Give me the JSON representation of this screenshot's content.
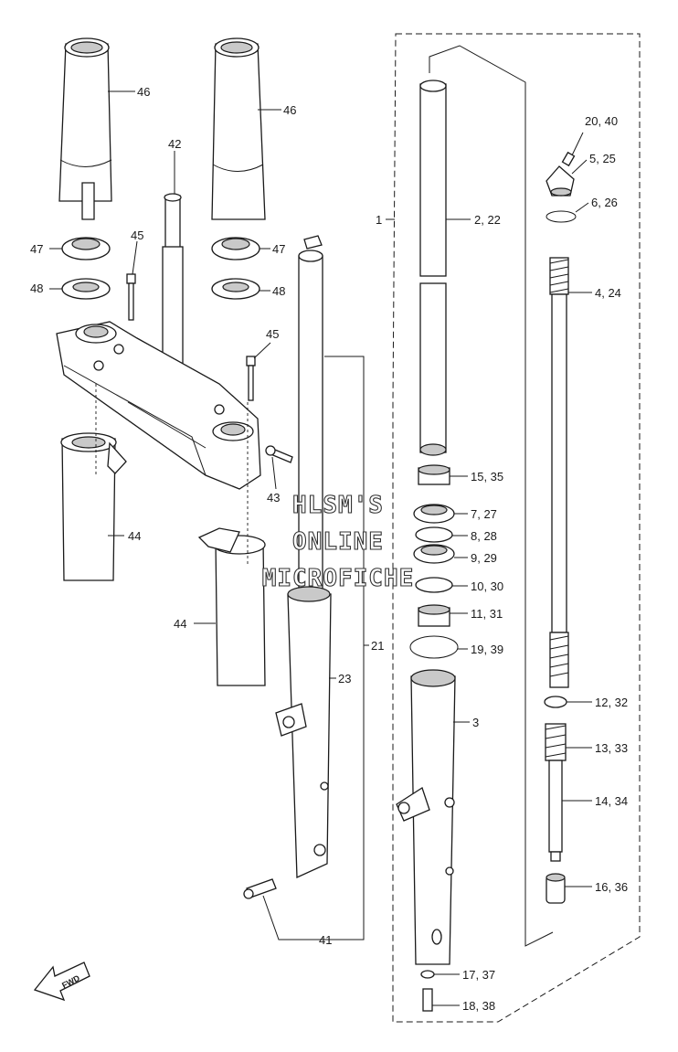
{
  "callouts": [
    {
      "id": "c1",
      "text": "46"
    },
    {
      "id": "c2",
      "text": "46"
    },
    {
      "id": "c3",
      "text": "42"
    },
    {
      "id": "c4",
      "text": "45"
    },
    {
      "id": "c5",
      "text": "47"
    },
    {
      "id": "c6",
      "text": "47"
    },
    {
      "id": "c7",
      "text": "48"
    },
    {
      "id": "c8",
      "text": "48"
    },
    {
      "id": "c9",
      "text": "45"
    },
    {
      "id": "c10",
      "text": "43"
    },
    {
      "id": "c11",
      "text": "44"
    },
    {
      "id": "c12",
      "text": "44"
    },
    {
      "id": "c13",
      "text": "21"
    },
    {
      "id": "c14",
      "text": "23"
    },
    {
      "id": "c15",
      "text": "41"
    },
    {
      "id": "c16",
      "text": "1"
    },
    {
      "id": "c17",
      "text": "2, 22"
    },
    {
      "id": "c18",
      "text": "15, 35"
    },
    {
      "id": "c19",
      "text": "7, 27"
    },
    {
      "id": "c20",
      "text": "8, 28"
    },
    {
      "id": "c21",
      "text": "9, 29"
    },
    {
      "id": "c22",
      "text": "10, 30"
    },
    {
      "id": "c23",
      "text": "11, 31"
    },
    {
      "id": "c24",
      "text": "19, 39"
    },
    {
      "id": "c25",
      "text": "3"
    },
    {
      "id": "c26",
      "text": "17, 37"
    },
    {
      "id": "c27",
      "text": "18, 38"
    },
    {
      "id": "c28",
      "text": "20, 40"
    },
    {
      "id": "c29",
      "text": "5, 25"
    },
    {
      "id": "c30",
      "text": "6, 26"
    },
    {
      "id": "c31",
      "text": "4, 24"
    },
    {
      "id": "c32",
      "text": "12, 32"
    },
    {
      "id": "c33",
      "text": "13, 33"
    },
    {
      "id": "c34",
      "text": "14, 34"
    },
    {
      "id": "c35",
      "text": "16, 36"
    }
  ],
  "watermark": [
    "HLSM'S",
    "ONLINE",
    "MICROFICHE"
  ],
  "fwd_label": "FWD"
}
